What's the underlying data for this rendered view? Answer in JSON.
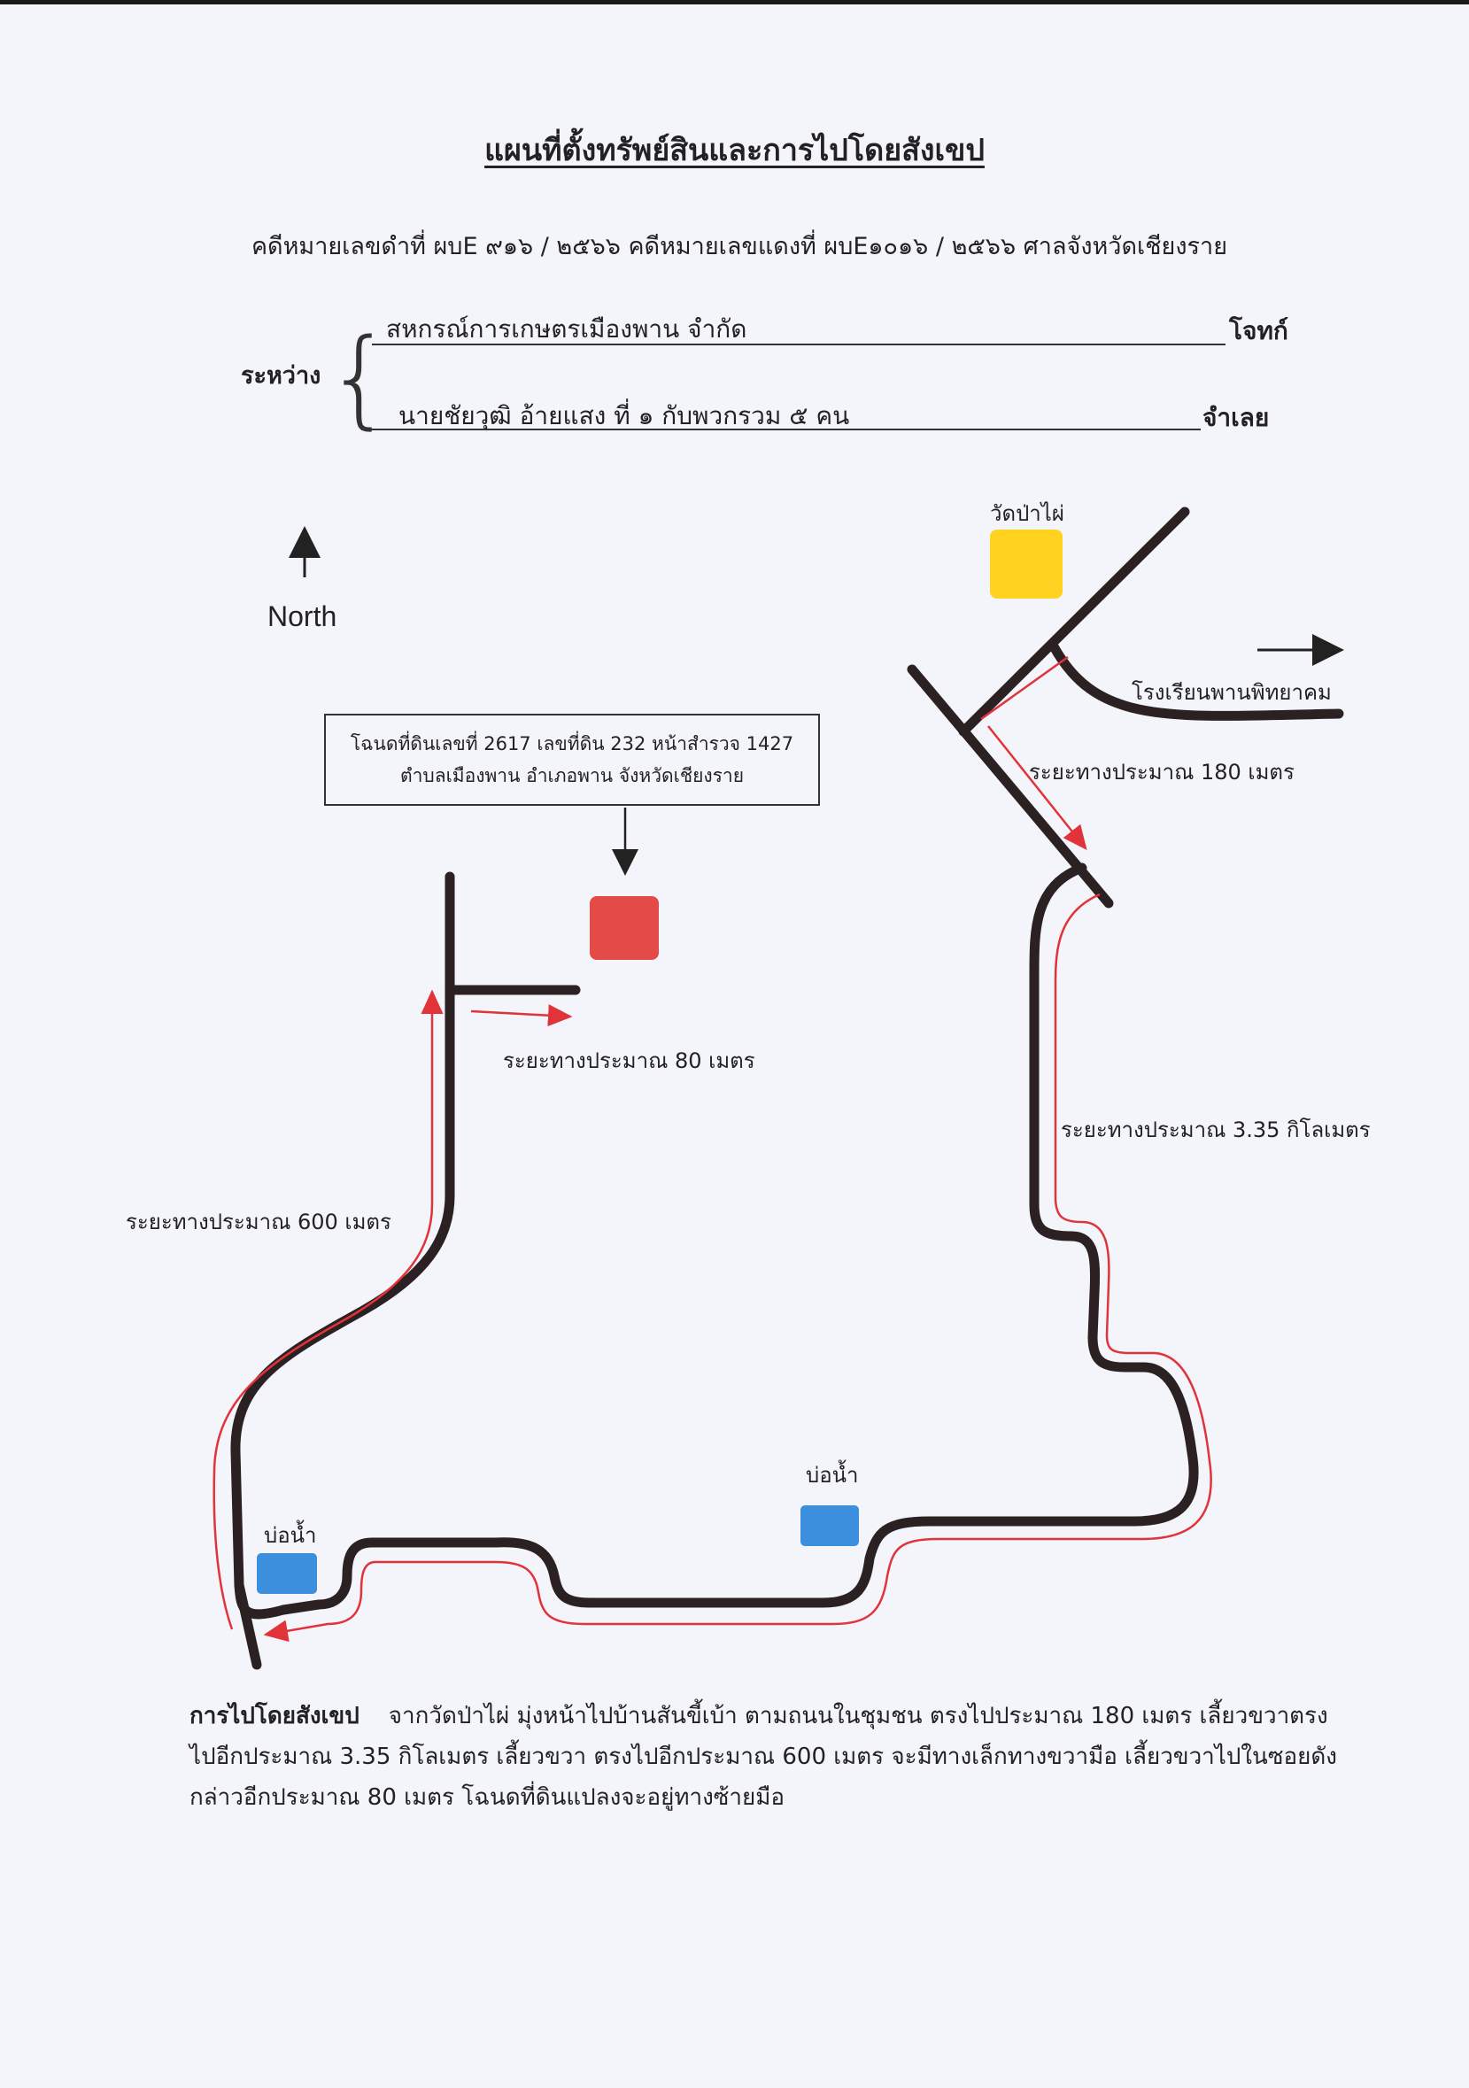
{
  "document": {
    "title": "แผนที่ตั้งทรัพย์สินและการไปโดยสังเขป",
    "case_line": "คดีหมายเลขดำที่  ผบE ๙๑๖ / ๒๕๖๖ คดีหมายเลขแดงที่  ผบE๑๐๑๖ / ๒๕๖๖   ศาลจังหวัดเชียงราย",
    "between_label": "ระหว่าง",
    "plaintiff_name": "สหกรณ์การเกษตรเมืองพาน จำกัด",
    "plaintiff_role": "โจทก์",
    "defendant_name": "นายชัยวุฒิ อ้ายแสง ที่ ๑ กับพวกรวม ๕  คน",
    "defendant_role": "จำเลย"
  },
  "map": {
    "north_label": "North",
    "temple_label": "วัดป่าไผ่",
    "school_label": "โรงเรียนพานพิทยาคม",
    "deed_line1": "โฉนดที่ดินเลขที่ 2617 เลขที่ดิน 232 หน้าสำรวจ 1427",
    "deed_line2": "ตำบลเมืองพาน  อำเภอพาน  จังหวัดเชียงราย",
    "dist_180": "ระยะทางประมาณ 180 เมตร",
    "dist_80": "ระยะทางประมาณ 80 เมตร",
    "dist_335": "ระยะทางประมาณ 3.35 กิโลเมตร",
    "dist_600": "ระยะทางประมาณ 600 เมตร",
    "well_label_left": "บ่อน้ำ",
    "well_label_right": "บ่อน้ำ",
    "colors": {
      "road": "#2b2022",
      "route": "#e0343a",
      "temple_marker": "#ffd21f",
      "plot_marker": "#e44a47",
      "well_marker": "#3b8fdc"
    }
  },
  "directions": {
    "heading": "การไปโดยสังเขป",
    "text": "จากวัดป่าไผ่ มุ่งหน้าไปบ้านสันขี้เบ้า ตามถนนในชุมชน ตรงไปประมาณ 180 เมตร เลี้ยวขวาตรงไปอีกประมาณ 3.35 กิโลเมตร เลี้ยวขวา ตรงไปอีกประมาณ 600 เมตร จะมีทางเล็กทางขวามือ เลี้ยวขวาไปในซอยดังกล่าวอีกประมาณ 80 เมตร โฉนดที่ดินแปลงจะอยู่ทางซ้ายมือ"
  }
}
